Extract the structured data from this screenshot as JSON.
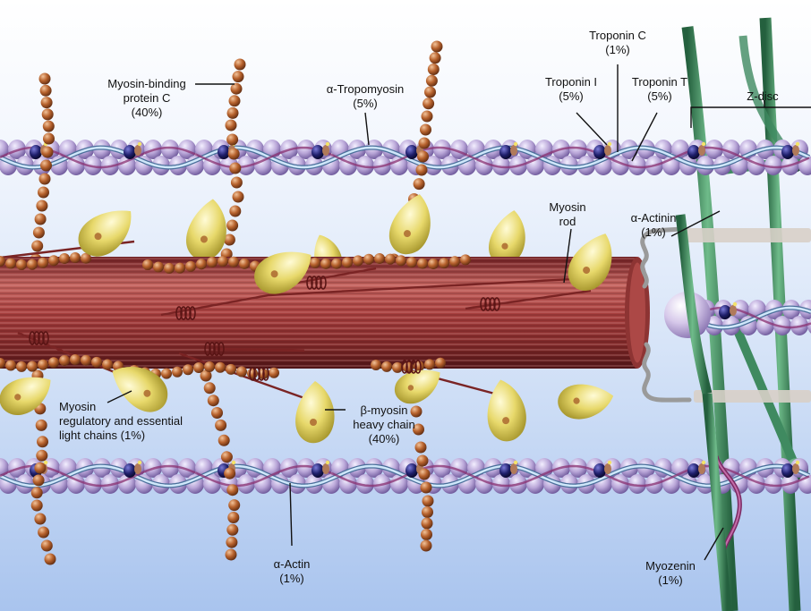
{
  "labels": {
    "troponin_c": {
      "name": "Troponin C",
      "pct": "(1%)"
    },
    "troponin_i": {
      "name": "Troponin I",
      "pct": "(5%)"
    },
    "troponin_t": {
      "name": "Troponin T",
      "pct": "(5%)"
    },
    "mybpc": {
      "line1": "Myosin-binding",
      "line2": "protein C",
      "pct": "(40%)"
    },
    "tropomyosin": {
      "name": "α-Tropomyosin",
      "pct": "(5%)"
    },
    "z_disc": {
      "name": "Z-disc"
    },
    "myosin_rod": {
      "line1": "Myosin",
      "line2": "rod"
    },
    "actinin": {
      "name": "α-Actinin",
      "pct": "(1%)"
    },
    "light_chains": {
      "line1": "Myosin",
      "line2": "regulatory and essential",
      "line3": "light chains (1%)"
    },
    "heavy_chain": {
      "line1": "β-myosin",
      "line2": "heavy chain",
      "pct": "(40%)"
    },
    "actin": {
      "name": "α-Actin",
      "pct": "(1%)"
    },
    "myozenin": {
      "name": "Myozenin",
      "pct": "(1%)"
    }
  },
  "colors": {
    "background_top": "#ffffff",
    "background_bottom": "#a9c4ee",
    "actin_bead": "#b9a6d8",
    "tropomyosin": "#8ec2e6",
    "myosin_head": "#e7d86a",
    "mybpc_bead": "#b8632e",
    "myosin_rod": "#a8403f",
    "z_disc": "#3f8a60",
    "troponin": "#1f1f6b",
    "actinin_band": "#d8cfc8"
  }
}
